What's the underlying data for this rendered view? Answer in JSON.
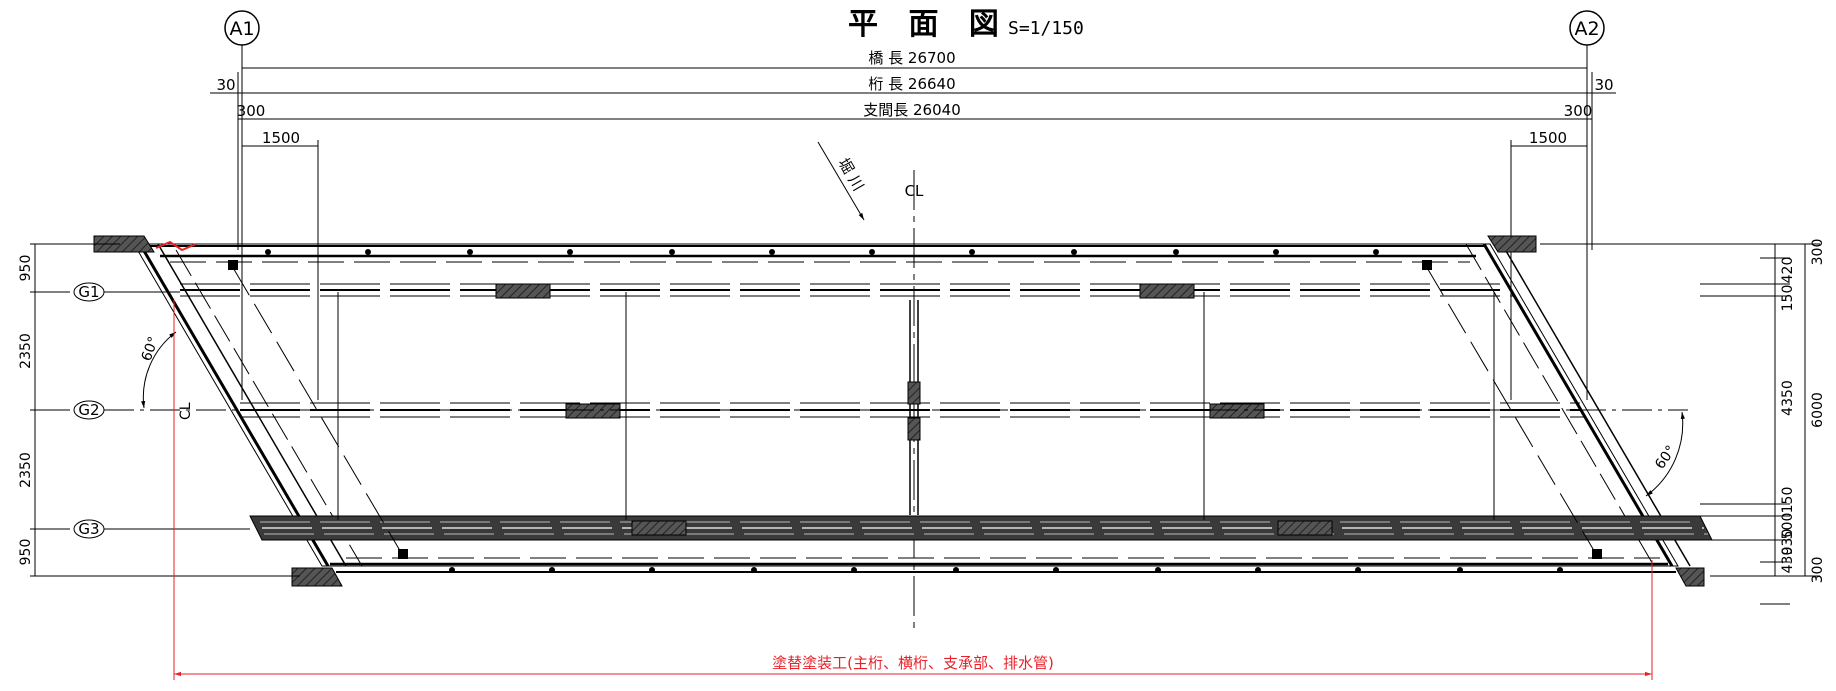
{
  "title": "平 面 図",
  "scale": "S=1/150",
  "abutments": {
    "a1": "A1",
    "a2": "A2"
  },
  "dimensions": {
    "bridge_length": "橋 長 26700",
    "girder_length": "桁 長 26640",
    "span_length": "支間長 26040",
    "left_30": "30",
    "right_30": "30",
    "left_300": "300",
    "right_300": "300",
    "left_1500": "1500",
    "right_1500": "1500"
  },
  "river": {
    "name": "堀 川"
  },
  "centerline": {
    "top": "CL",
    "left": "CL"
  },
  "girders": [
    "G1",
    "G2",
    "G3"
  ],
  "left_dims": [
    "950",
    "2350",
    "2350",
    "950"
  ],
  "right_dims": [
    "300",
    "420",
    "150",
    "4350",
    "6000",
    "150",
    "500",
    "930",
    "430",
    "300"
  ],
  "angles": {
    "left": "60°",
    "right": "60°"
  },
  "painting_note": "塗替塗装工(主桁、横桁、支承部、排水管)",
  "colors": {
    "line": "#000000",
    "annotation": "#e8222a",
    "hatch": "#3a3a3a"
  }
}
